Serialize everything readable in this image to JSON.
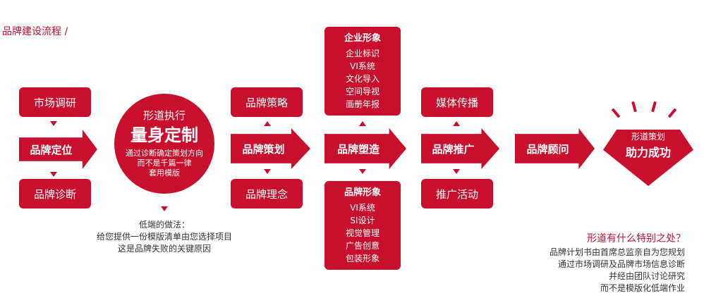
{
  "header": {
    "title": "品牌建设流程 /"
  },
  "market_research": {
    "label": "市场调研"
  },
  "brand_positioning": {
    "label": "品牌定位"
  },
  "brand_diagnosis": {
    "label": "品牌诊断"
  },
  "core": {
    "subtitle": "形道执行",
    "title": "量身定制",
    "desc": [
      "通过诊断确定策划方向",
      "而不是千篇一律",
      "套用模版"
    ]
  },
  "low_end_note": {
    "title": "低端的做法：",
    "lines": [
      "给您提供一份模版清单由您选择项目",
      "这是品牌失败的关键原因"
    ]
  },
  "brand_strategy": {
    "label": "品牌策略"
  },
  "brand_planning": {
    "label": "品牌策划"
  },
  "brand_concept": {
    "label": "品牌理念"
  },
  "corporate_image": {
    "heading": "企业形象",
    "items": [
      "企业标识",
      "VI系统",
      "文化导入",
      "空间导视",
      "画册年报"
    ]
  },
  "brand_building": {
    "label": "品牌塑造"
  },
  "brand_image": {
    "heading": "品牌形象",
    "items": [
      "VI系统",
      "SI设计",
      "视觉管理",
      "广告创意",
      "包装形象"
    ]
  },
  "media_broadcast": {
    "label": "媒体传播"
  },
  "brand_promotion": {
    "label": "品牌推广"
  },
  "promotion_activity": {
    "label": "推广活动"
  },
  "brand_consultant": {
    "label": "品牌顾问"
  },
  "success": {
    "subtitle": "形道策划",
    "title": "助力成功"
  },
  "special": {
    "title": "形道有什么特别之处？",
    "lines": [
      "品牌计划书由首席总监亲自为您规划",
      "通过市场调研及品牌市场信息诊断",
      "并经由团队讨论研究",
      "而不是模版化低端作业"
    ]
  },
  "colors": {
    "brand_red": "#c8102e",
    "text_dark": "#333333"
  }
}
